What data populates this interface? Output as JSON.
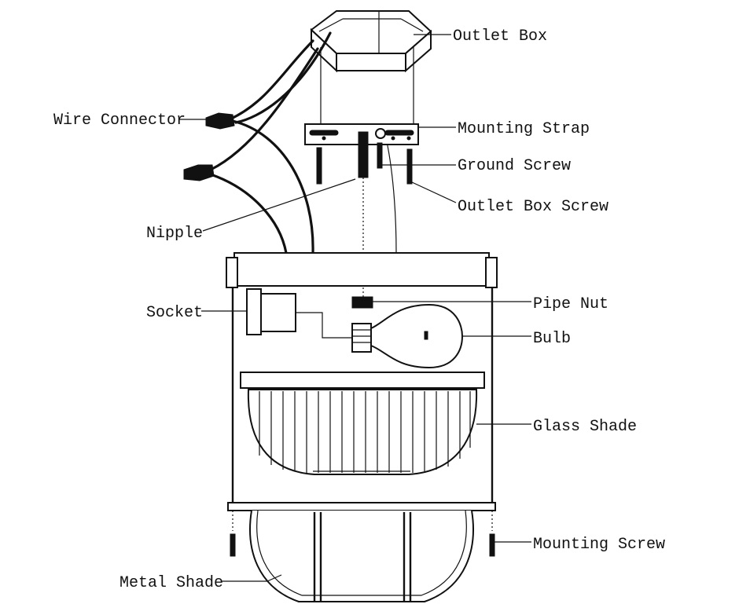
{
  "labels": {
    "outlet_box": "Outlet Box",
    "wire_connector": "Wire Connector",
    "mounting_strap": "Mounting Strap",
    "ground_screw": "Ground Screw",
    "outlet_box_screw": "Outlet Box Screw",
    "nipple": "Nipple",
    "socket": "Socket",
    "pipe_nut": "Pipe Nut",
    "bulb": "Bulb",
    "glass_shade": "Glass Shade",
    "mounting_screw": "Mounting Screw",
    "metal_shade": "Metal Shade"
  }
}
